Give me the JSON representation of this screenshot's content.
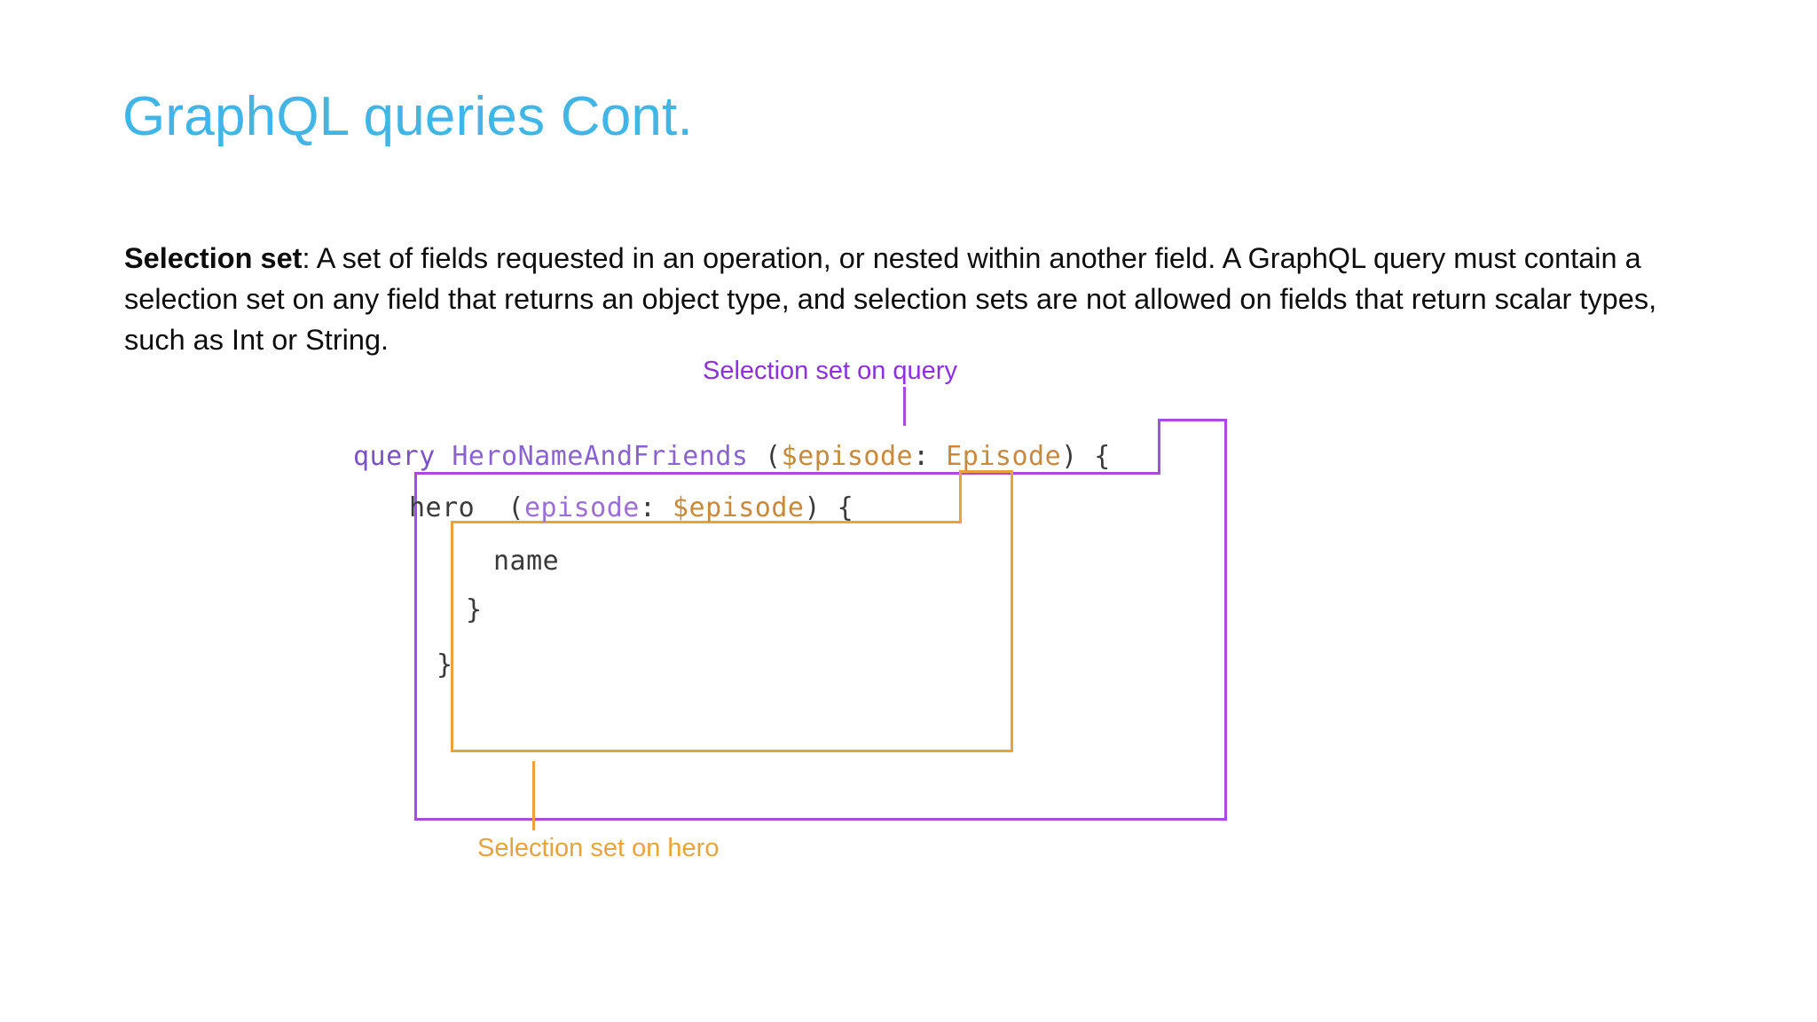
{
  "slide": {
    "title": "GraphQL queries Cont.",
    "title_color": "#41b6e6",
    "background": "#ffffff"
  },
  "body": {
    "lead": "Selection set",
    "text": ": A set of fields requested in an operation, or nested within another field. A GraphQL query must contain a selection set on any field that returns an object type, and selection sets are not allowed on fields that return scalar types, such as Int or String."
  },
  "diagram": {
    "labels": {
      "query_callout": "Selection set on query",
      "query_callout_color": "#8e30dd",
      "hero_callout": "Selection set on hero",
      "hero_callout_color": "#e8a33d"
    },
    "code": {
      "line1": {
        "keyword": "query",
        "space1": " ",
        "operation_name": "HeroNameAndFriends",
        "space2": " ",
        "paren_open": "(",
        "variable": "$episode",
        "colon": ": ",
        "type": "Episode",
        "paren_close": ")",
        "space3": " ",
        "brace_open": "{"
      },
      "line2": {
        "field": "hero",
        "space1": "  ",
        "paren_open": "(",
        "argument": "episode",
        "colon": ": ",
        "variable": "$episode",
        "paren_close": ")",
        "space2": " ",
        "brace_open": "{"
      },
      "line3": {
        "field": "name"
      },
      "line4": {
        "brace_close": "}"
      },
      "line5": {
        "brace_close": "}"
      }
    },
    "colors": {
      "keyword": "#7b52c4",
      "operation_name": "#8a63d2",
      "variable": "#c7893b",
      "type": "#c7893b",
      "argument": "#9b6fd4",
      "plain": "#3a3a3a",
      "query_box": "#a64ce0",
      "hero_box": "#e8a33d"
    }
  }
}
